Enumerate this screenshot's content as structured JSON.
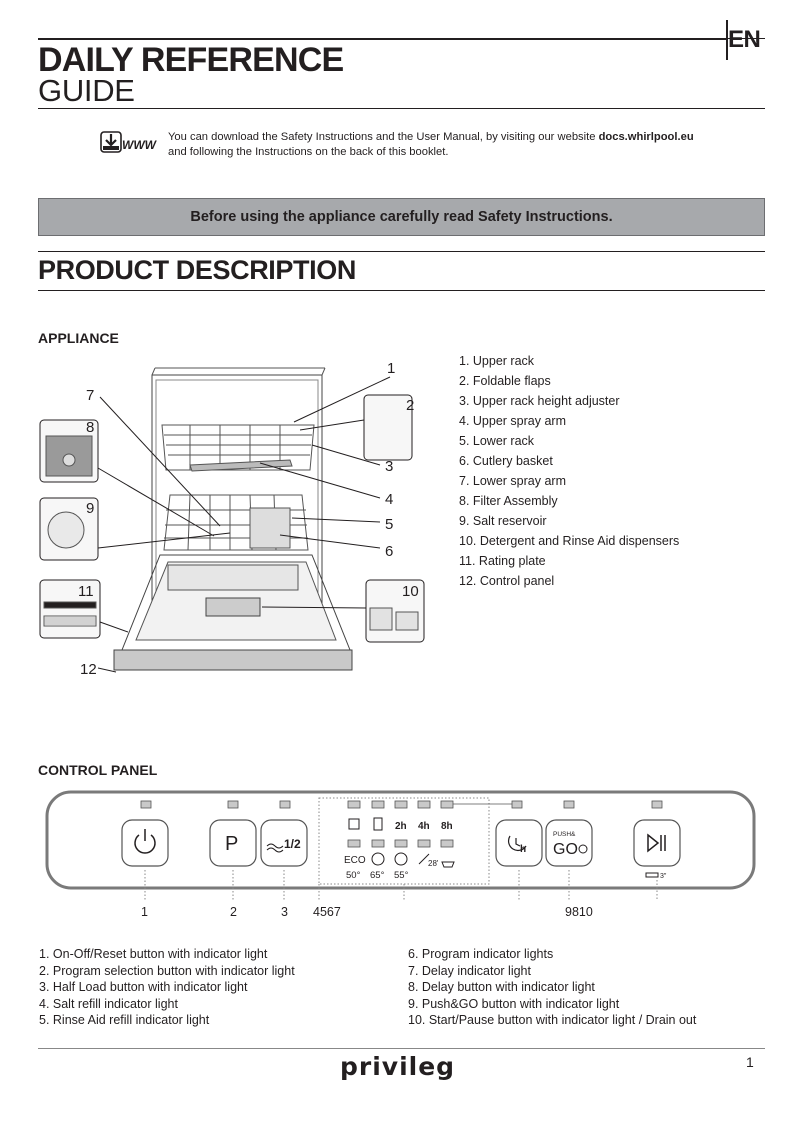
{
  "language": "EN",
  "title_line1": "DAILY REFERENCE",
  "title_line2": "GUIDE",
  "download": {
    "icon_text": "WWW",
    "line1_prefix": "You can download the Safety Instructions and the User Manual, by visiting our website ",
    "website": "docs.whirlpool.eu",
    "line2": "and following the Instructions on the back of this booklet."
  },
  "banner": "Before using the appliance carefully read Safety Instructions.",
  "section_title": "PRODUCT  DESCRIPTION",
  "appliance_title": "APPLIANCE",
  "appliance_parts": [
    "1.  Upper rack",
    "2.  Foldable flaps",
    "3.  Upper rack height adjuster",
    "4.  Upper spray arm",
    "5.  Lower rack",
    "6.  Cutlery basket",
    "7.  Lower spray arm",
    "8.  Filter Assembly",
    "9.  Salt reservoir",
    "10.  Detergent and Rinse Aid dispensers",
    "11.  Rating plate",
    "12.  Control panel"
  ],
  "diagram_callouts": [
    "1",
    "2",
    "3",
    "4",
    "5",
    "6",
    "7",
    "8",
    "9",
    "10",
    "11",
    "12"
  ],
  "control_panel_title": "CONTROL PANEL",
  "panel": {
    "program_button": "P",
    "half_load": "1/2",
    "delay_hours": [
      "2h",
      "4h",
      "8h"
    ],
    "eco": "ECO",
    "temps": [
      "50°",
      "65°",
      "55°"
    ],
    "rapid_temp": "28'",
    "push_go_small": "PUSH&",
    "push_go": "GO",
    "drain_time": "3\"",
    "numbers": [
      "1",
      "2",
      "3",
      "4567",
      "9810"
    ]
  },
  "panel_descriptions_left": [
    "1.  On-Off/Reset button with indicator light",
    "2.  Program selection button with indicator light",
    "3.  Half Load button with indicator light",
    "4.  Salt refill indicator light",
    "5.  Rinse Aid refill indicator light"
  ],
  "panel_descriptions_right": [
    "6.  Program indicator lights",
    "7.  Delay indicator light",
    "8.  Delay button with indicator light",
    "9.  Push&GO button with indicator light",
    "10.  Start/Pause button with indicator light / Drain out"
  ],
  "brand": "privileg",
  "page_number": "1"
}
